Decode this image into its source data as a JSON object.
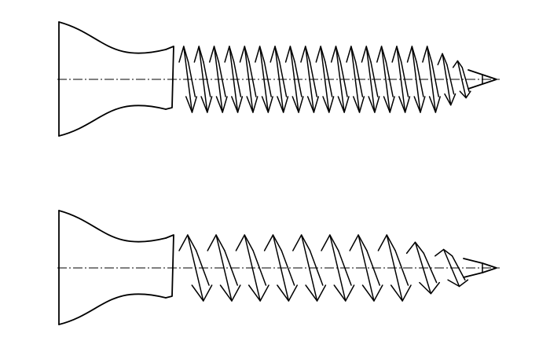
{
  "drawing": {
    "line_color": "#000000",
    "background_color": "#ffffff",
    "screws": [
      {
        "name": "fine-thread-screw",
        "thread": "fine",
        "pitch_count": 19
      },
      {
        "name": "coarse-thread-screw",
        "thread": "coarse",
        "pitch_count": 10
      }
    ]
  }
}
